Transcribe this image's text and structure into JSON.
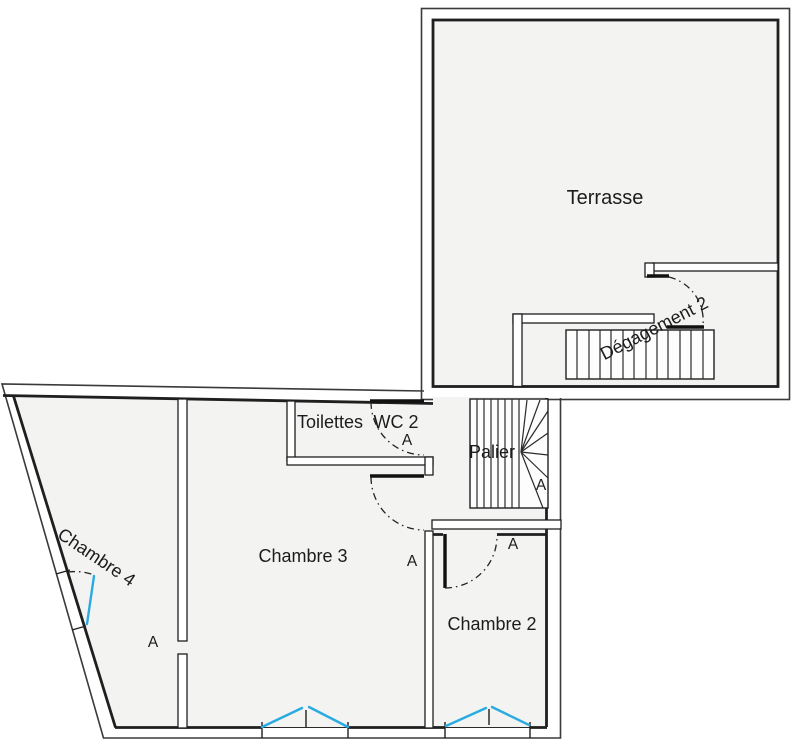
{
  "plan": {
    "rooms": [
      {
        "id": "terrasse",
        "label": "Terrasse"
      },
      {
        "id": "degagement-2",
        "label": "Dégagement 2"
      },
      {
        "id": "toilettes",
        "label": "Toilettes"
      },
      {
        "id": "wc-2",
        "label": "WC 2"
      },
      {
        "id": "palier",
        "label": "Palier"
      },
      {
        "id": "chambre-4",
        "label": "Chambre 4"
      },
      {
        "id": "chambre-3",
        "label": "Chambre 3"
      },
      {
        "id": "chambre-2",
        "label": "Chambre 2"
      }
    ],
    "door_tag": "A",
    "door_tag_count": 5,
    "colors": {
      "wall": "#1f1f1f",
      "room_fill": "#f3f3f2",
      "window_leaf": "#29abe2",
      "background": "#ffffff"
    }
  }
}
